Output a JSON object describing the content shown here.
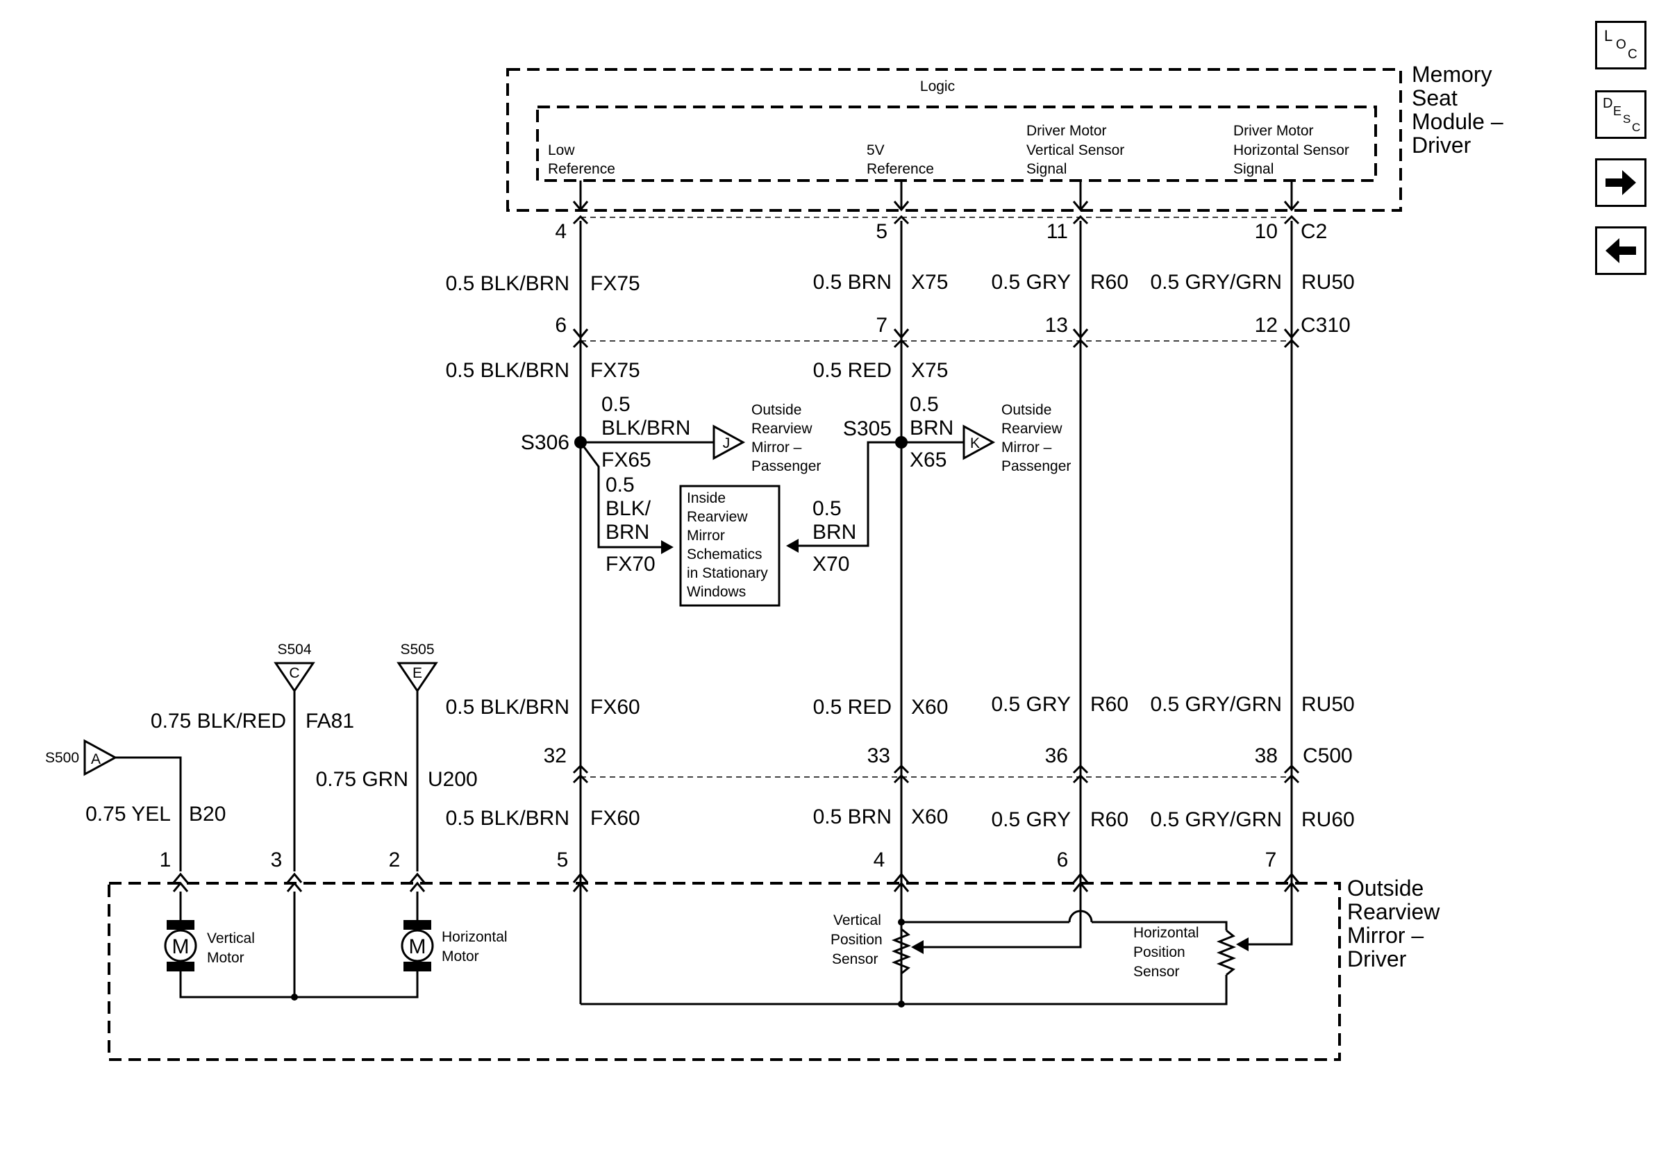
{
  "module": {
    "name_lines": [
      "Memory",
      "Seat",
      "Module –",
      "Driver"
    ],
    "logic": "Logic",
    "low_ref": [
      "Low",
      "Reference"
    ],
    "ref_5v": [
      "5V",
      "Reference"
    ],
    "vert_sig": [
      "Driver Motor",
      "Vertical Sensor",
      "Signal"
    ],
    "horiz_sig": [
      "Driver Motor",
      "Horizontal Sensor",
      "Signal"
    ]
  },
  "connectors": {
    "c2": {
      "name": "C2",
      "pins": [
        "4",
        "5",
        "11",
        "10"
      ]
    },
    "c310": {
      "name": "C310",
      "pins": [
        "6",
        "7",
        "13",
        "12"
      ]
    },
    "c500": {
      "name": "C500",
      "pins": [
        "32",
        "33",
        "36",
        "38"
      ]
    },
    "mirror_pins": [
      "1",
      "3",
      "2",
      "5",
      "4",
      "6",
      "7"
    ]
  },
  "wires": {
    "row1": [
      [
        "0.5 BLK/BRN",
        "FX75"
      ],
      [
        "0.5 BRN",
        "X75"
      ],
      [
        "0.5 GRY",
        "R60"
      ],
      [
        "0.5 GRY/GRN",
        "RU50"
      ]
    ],
    "row2": [
      [
        "0.5 BLK/BRN",
        "FX75"
      ],
      [
        "0.5 RED",
        "X75"
      ]
    ],
    "row3": [
      [
        "0.5 BLK/BRN",
        "FX60"
      ],
      [
        "0.5 RED",
        "X60"
      ],
      [
        "0.5 GRY",
        "R60"
      ],
      [
        "0.5 GRY/GRN",
        "RU50"
      ]
    ],
    "row4": [
      [
        "0.5 BLK/BRN",
        "FX60"
      ],
      [
        "0.5 BRN",
        "X60"
      ],
      [
        "0.5 GRY",
        "R60"
      ],
      [
        "0.5 GRY/GRN",
        "RU60"
      ]
    ],
    "fx65": [
      "0.5",
      "BLK/BRN",
      "FX65"
    ],
    "fx70": [
      "0.5",
      "BLK/",
      "BRN",
      "FX70"
    ],
    "x65": [
      "0.5",
      "BRN",
      "X65"
    ],
    "x70": [
      "0.5",
      "BRN",
      "X70"
    ],
    "fa81": [
      "0.75 BLK/RED",
      "FA81"
    ],
    "u200": [
      "0.75 GRN",
      "U200"
    ],
    "b20": [
      "0.75 YEL",
      "B20"
    ]
  },
  "splices": {
    "s306": "S306",
    "s305": "S305",
    "s504": "S504",
    "s505": "S505",
    "s500": "S500"
  },
  "tags": {
    "j": "J",
    "k": "K",
    "c": "C",
    "e": "E",
    "a": "A"
  },
  "refs": {
    "outside_pass_j": [
      "Outside",
      "Rearview",
      "Mirror –",
      "Passenger"
    ],
    "outside_pass_k": [
      "Outside",
      "Rearview",
      "Mirror –",
      "Passenger"
    ],
    "inside_box": [
      "Inside",
      "Rearview",
      "Mirror",
      "Schematics",
      "in Stationary",
      "Windows"
    ]
  },
  "mirror": {
    "name_lines": [
      "Outside",
      "Rearview",
      "Mirror –",
      "Driver"
    ],
    "motor_symbol": "M",
    "vert_motor": [
      "Vertical",
      "Motor"
    ],
    "horiz_motor": [
      "Horizontal",
      "Motor"
    ],
    "vert_sensor": [
      "Vertical",
      "Position",
      "Sensor"
    ],
    "horiz_sensor": [
      "Horizontal",
      "Position",
      "Sensor"
    ]
  },
  "nav": {
    "loc": [
      "L",
      "O",
      "C"
    ],
    "desc": [
      "D",
      "E",
      "S",
      "C"
    ],
    "next": "right-arrow-icon",
    "prev": "left-arrow-icon"
  }
}
